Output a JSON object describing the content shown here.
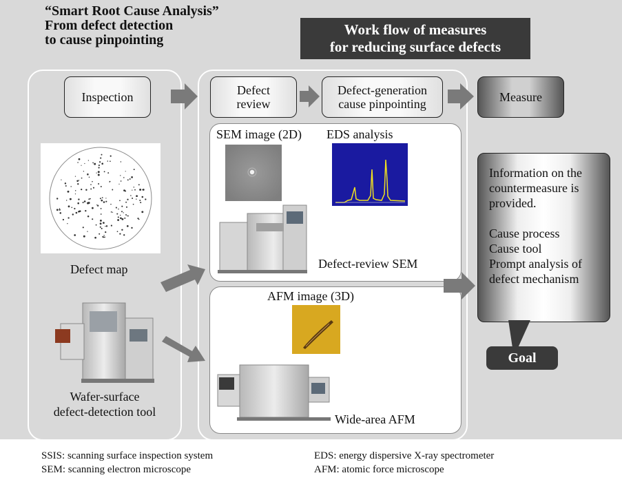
{
  "heading": {
    "line1": "“Smart Root Cause Analysis”",
    "line2": "From defect detection",
    "line3": "to cause pinpointing"
  },
  "banner": {
    "line1": "Work flow of measures",
    "line2": "for reducing surface defects"
  },
  "steps": {
    "inspection": "Inspection",
    "defect_review_1": "Defect",
    "defect_review_2": "review",
    "cause_1": "Defect-generation",
    "cause_2": "cause pinpointing",
    "measure": "Measure"
  },
  "left_panel": {
    "defect_map_label": "Defect map",
    "tool_label_1": "Wafer-surface",
    "tool_label_2": "defect-detection tool"
  },
  "sem_panel": {
    "sem_image_label": "SEM image (2D)",
    "eds_label": "EDS analysis",
    "tool_label": "Defect-review SEM"
  },
  "afm_panel": {
    "afm_image_label": "AFM image (3D)",
    "tool_label": "Wide-area AFM"
  },
  "goal": {
    "line1": "Information on the",
    "line2": "countermeasure is",
    "line3": "provided.",
    "line4": "Cause process",
    "line5": "Cause tool",
    "line6": "Prompt analysis of",
    "line7": "defect mechanism",
    "badge": "Goal"
  },
  "glossary": {
    "ssis": "SSIS: scanning surface inspection system",
    "sem": "SEM: scanning electron microscope",
    "eds": "EDS: energy dispersive X-ray spectrometer",
    "afm": "AFM: atomic force microscope"
  },
  "colors": {
    "background": "#d9d9d9",
    "banner": "#3a3a3a",
    "arrow": "#7a7a7a",
    "eds_plot": "#1a1aa0",
    "eds_peak": "#f0e020",
    "afm_image": "#d8a820"
  }
}
